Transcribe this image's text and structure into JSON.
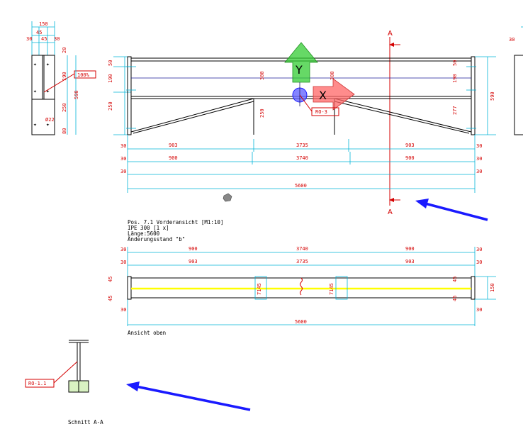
{
  "section_marker": {
    "letter_top": "A",
    "letter_bottom": "A"
  },
  "detail": {
    "dims_top": [
      "150",
      "45",
      "30",
      "45",
      "30"
    ],
    "dims_left": [
      "20",
      "190",
      "250",
      "80"
    ],
    "total_height": "590",
    "tag": "100%",
    "hole_label": "Ø22"
  },
  "front_view": {
    "left_dims": [
      "50",
      "190",
      "250"
    ],
    "right_dims": [
      "50",
      "190",
      "277"
    ],
    "right_total": "590",
    "mid_dims": [
      "300",
      "300",
      "250"
    ],
    "tag": "RO-3",
    "row1": {
      "left": "30",
      "a": "903",
      "b": "3735",
      "c": "903",
      "right": "30"
    },
    "row2": {
      "left": "30",
      "a": "900",
      "b": "3740",
      "c": "900",
      "right": "30"
    },
    "row3": {
      "left": "30",
      "right": "30"
    },
    "total": "5600",
    "axis_y": "Y",
    "axis_x": "X"
  },
  "caption_front": {
    "line1": "Pos. 7.1 Vorderansicht [M1:10]",
    "line2": "IPE 300 [1 x]",
    "line3": "Länge:5600",
    "line4": "Änderungsstand \"b\""
  },
  "top_view": {
    "row1": {
      "left": "30",
      "a": "900",
      "b": "3740",
      "c": "900",
      "right": "30"
    },
    "row2": {
      "left": "30",
      "a": "903",
      "b": "3735",
      "c": "903",
      "right": "30"
    },
    "left_dims": [
      "45",
      "45"
    ],
    "right_dims": [
      "45",
      "45"
    ],
    "right_total": "150",
    "inner": [
      "7145",
      "7145"
    ],
    "bottom_left": "30",
    "bottom_right": "30",
    "total": "5600",
    "caption": "Ansicht oben"
  },
  "section_view": {
    "tag": "RO-1.1",
    "caption": "Schnitt A-A"
  },
  "right_edge": {
    "dim": "30"
  },
  "colors": {
    "dimension": "#d40000",
    "extension": "#00b4d8",
    "weld": "#ffff00",
    "arrow": "#1a1aff",
    "axis_y": "#33cc33",
    "axis_x": "#ff6666"
  }
}
